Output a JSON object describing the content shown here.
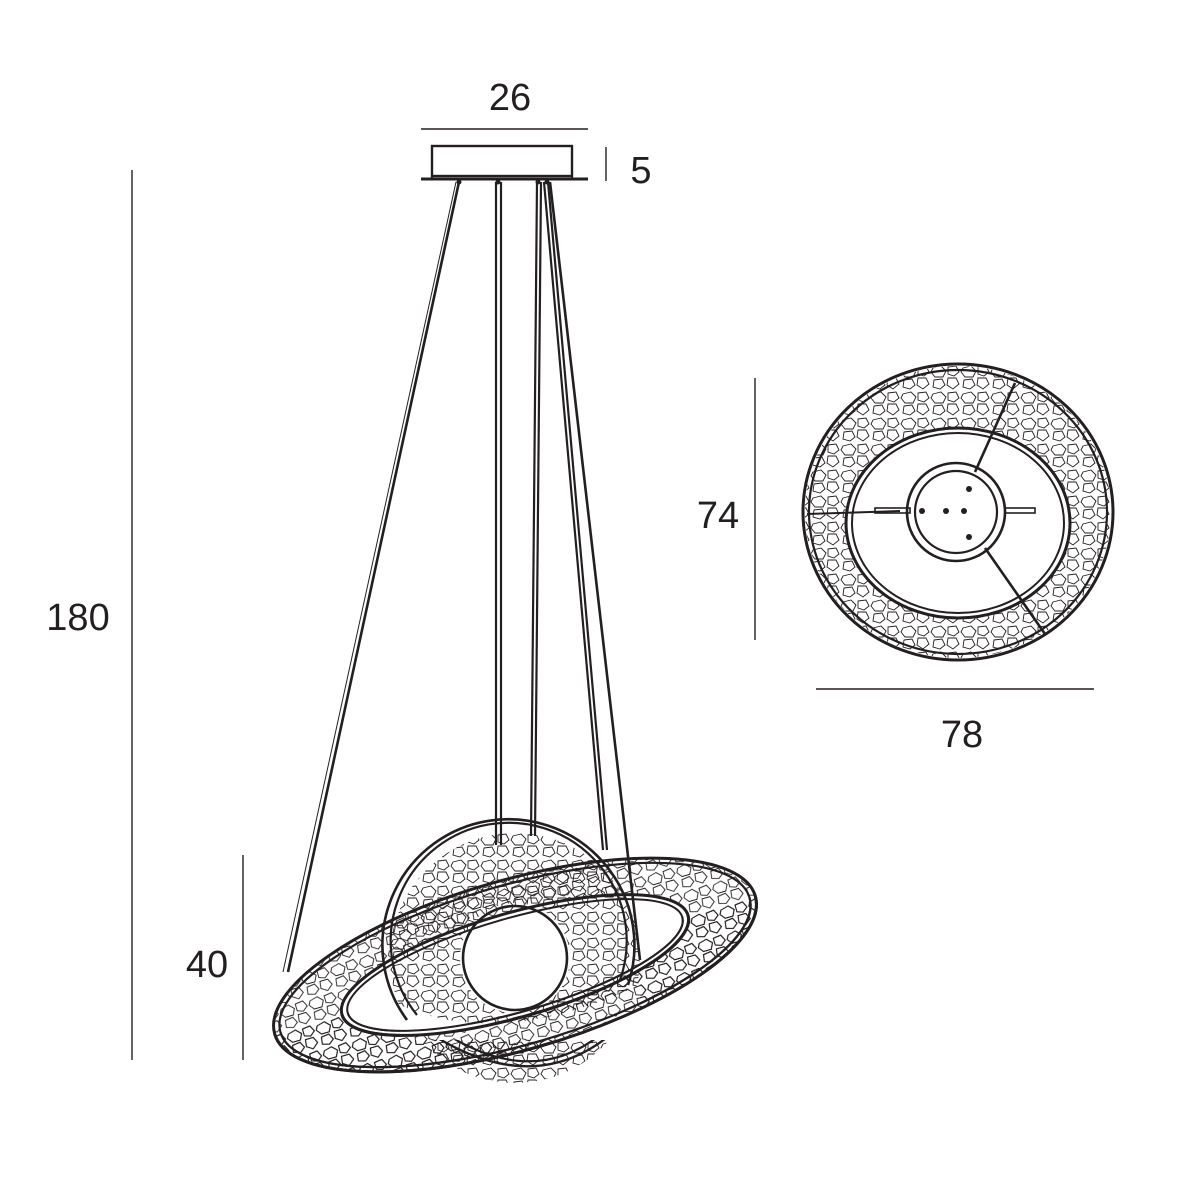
{
  "dimensions": {
    "top_width": "26",
    "canopy_height": "5",
    "total_height": "180",
    "ring_height": "40",
    "plan_depth": "74",
    "plan_width": "78"
  }
}
